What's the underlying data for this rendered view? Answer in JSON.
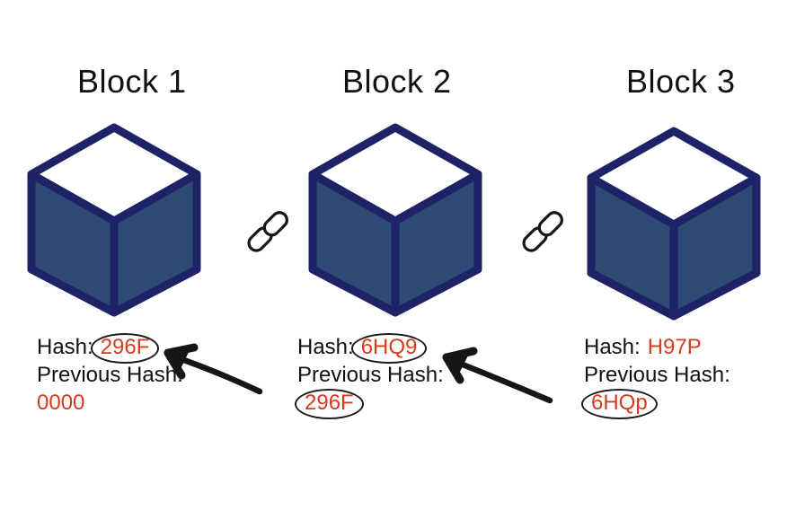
{
  "colors": {
    "bg": "#ffffff",
    "ink": "#111111",
    "cube_face": "#2c4a73",
    "cube_outline": "#1d2366",
    "hash_red": "#d63b1e",
    "arrow_ink": "#161616",
    "oval_ink": "#1b1b1b"
  },
  "blocks": [
    {
      "title": "Block 1",
      "hash_label": "Hash:",
      "hash_value": "296F",
      "hash_value_circled": true,
      "prev_label": "Previous Hash:",
      "prev_value": "0000",
      "prev_value_circled": false
    },
    {
      "title": "Block 2",
      "hash_label": "Hash:",
      "hash_value": "6HQ9",
      "hash_value_circled": true,
      "prev_label": "Previous Hash:",
      "prev_value": "296F",
      "prev_value_circled": true
    },
    {
      "title": "Block 3",
      "hash_label": "Hash:",
      "hash_value": "H97P",
      "hash_value_circled": false,
      "prev_label": "Previous Hash:",
      "prev_value": "6HQp",
      "prev_value_circled": true
    }
  ],
  "icons": {
    "link_1": "chain-link-icon",
    "link_2": "chain-link-icon",
    "arrow_1": "hand-drawn-arrow pointing from Block 2 previous hash to Block 1 hash",
    "arrow_2": "hand-drawn-arrow pointing from Block 3 previous hash to Block 2 hash"
  }
}
